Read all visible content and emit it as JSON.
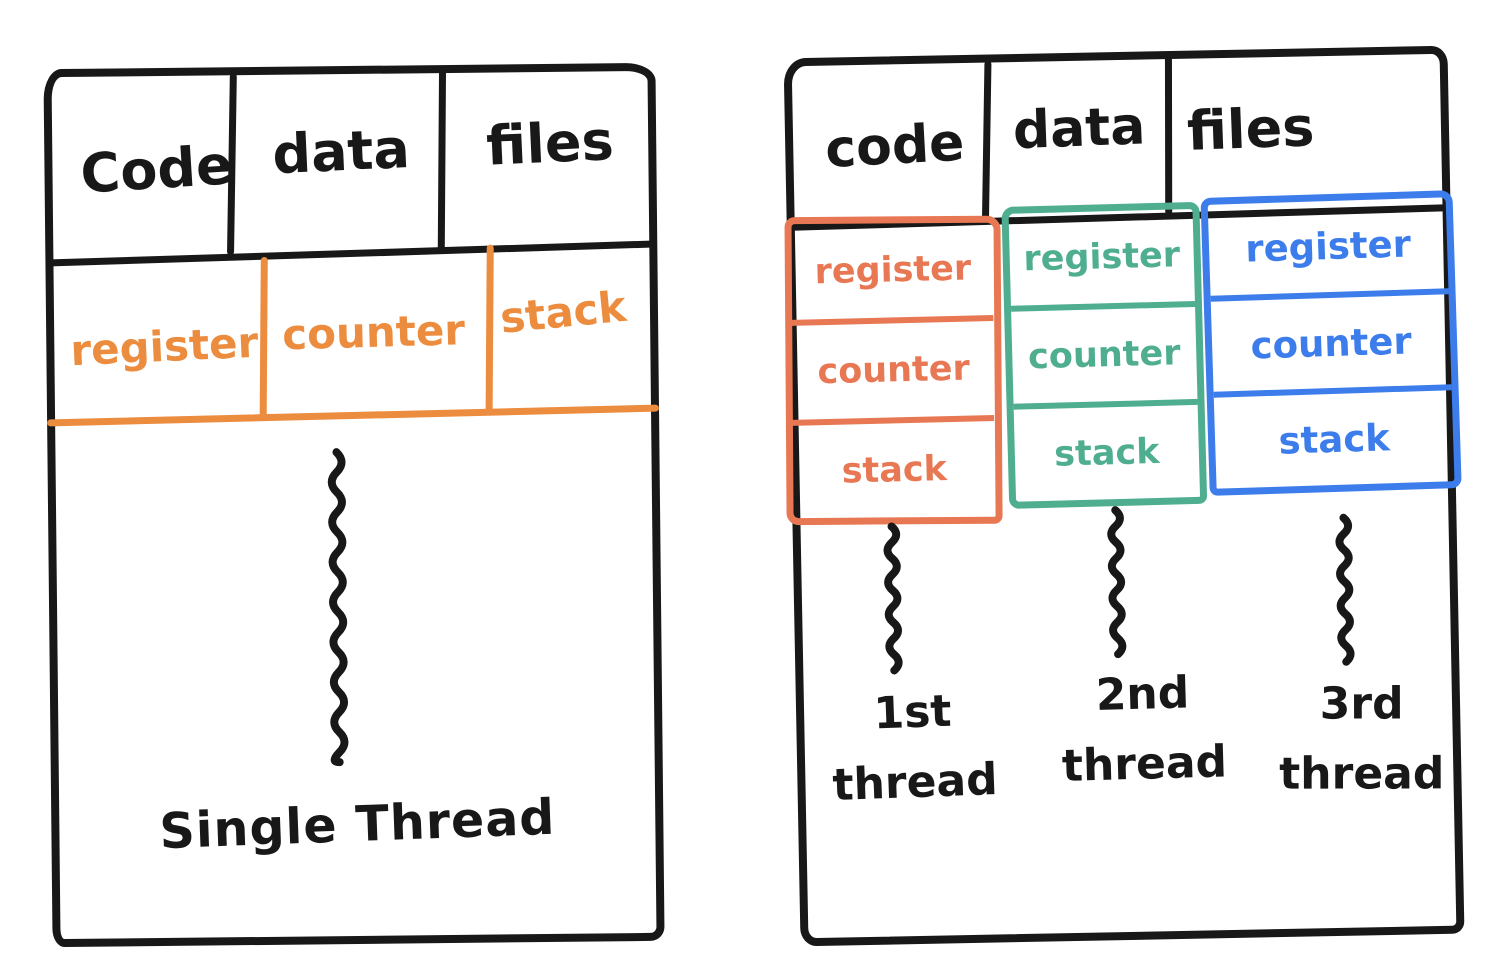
{
  "colors": {
    "ink": "#181818",
    "background": "#ffffff",
    "single_thread": "#EC8C3E",
    "thread_1": "#E87853",
    "thread_2": "#4FAE90",
    "thread_3": "#3C7DEB"
  },
  "left_process": {
    "resources": [
      "Code",
      "data",
      "files"
    ],
    "thread_parts": [
      "register",
      "counter",
      "stack"
    ],
    "caption": "Single Thread"
  },
  "right_process": {
    "resources": [
      "code",
      "data",
      "files"
    ],
    "threads": [
      {
        "color": "#E87853",
        "parts": [
          "register",
          "counter",
          "stack"
        ],
        "label_ordinal": "1st",
        "label_word": "thread"
      },
      {
        "color": "#4FAE90",
        "parts": [
          "register",
          "counter",
          "stack"
        ],
        "label_ordinal": "2nd",
        "label_word": "thread"
      },
      {
        "color": "#3C7DEB",
        "parts": [
          "register",
          "counter",
          "stack"
        ],
        "label_ordinal": "3rd",
        "label_word": "thread"
      }
    ]
  }
}
